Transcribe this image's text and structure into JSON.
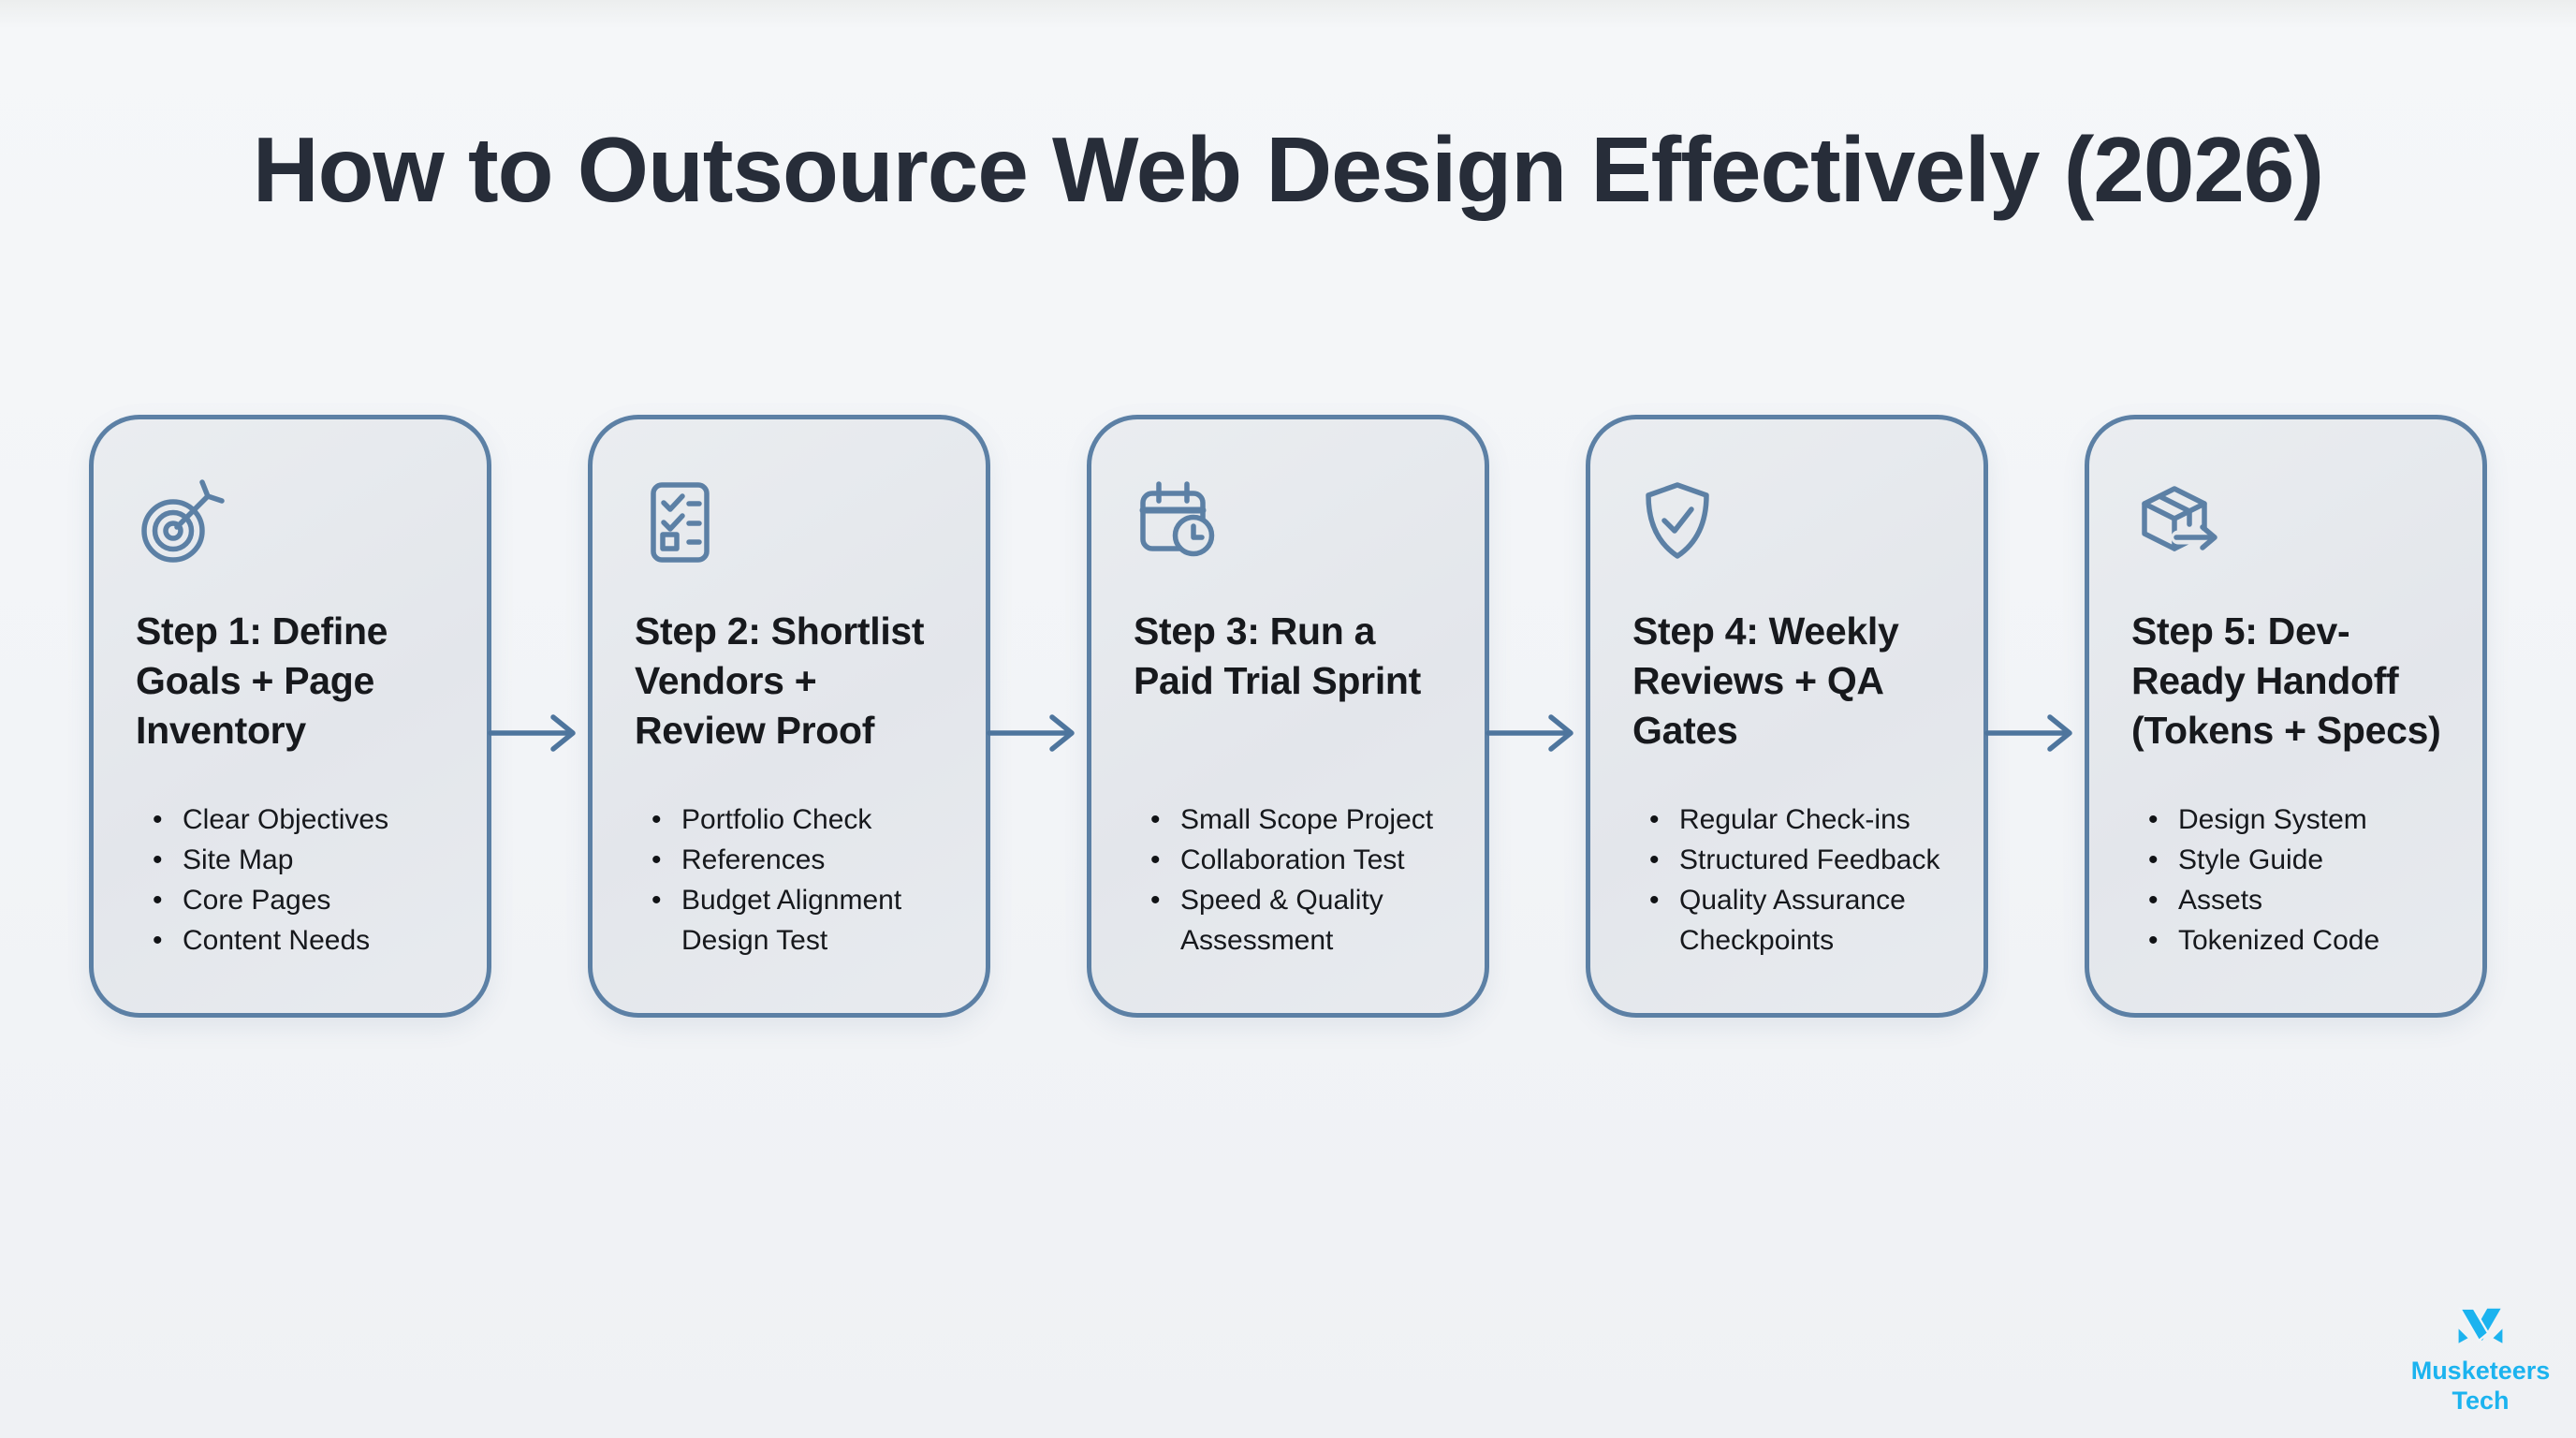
{
  "title": "How to Outsource Web Design Effectively (2026)",
  "steps": [
    {
      "icon": "target-icon",
      "title": "Step 1: Define\nGoals + Page\nInventory",
      "bullets": [
        "Clear Objectives",
        "Site Map",
        "Core Pages",
        "Content Needs"
      ]
    },
    {
      "icon": "checklist-icon",
      "title": "Step 2: Shortlist\nVendors +\nReview Proof",
      "bullets": [
        "Portfolio Check",
        "References",
        "Budget Alignment\nDesign Test"
      ]
    },
    {
      "icon": "calendar-clock-icon",
      "title": "Step 3: Run a\nPaid Trial Sprint",
      "bullets": [
        "Small Scope Project",
        "Collaboration Test",
        "Speed & Quality\nAssessment"
      ]
    },
    {
      "icon": "shield-check-icon",
      "title": "Step 4: Weekly\nReviews + QA\nGates",
      "bullets": [
        "Regular Check-ins",
        "Structured Feedback",
        "Quality Assurance\nCheckpoints"
      ]
    },
    {
      "icon": "package-icon",
      "title": "Step 5: Dev-\nReady Handoff\n(Tokens + Specs)",
      "bullets": [
        "Design System",
        "Style Guide",
        "Assets",
        "Tokenized Code"
      ]
    }
  ],
  "brand": {
    "name": "Musketeers\nTech",
    "color": "#1bb3ef"
  },
  "colors": {
    "accent": "#5c80a5",
    "arrow": "#4e759d",
    "card_bg": "#e5e8ec",
    "page_bg": "#f2f4f7",
    "title_text": "#272d39",
    "body_text": "#16181c"
  }
}
